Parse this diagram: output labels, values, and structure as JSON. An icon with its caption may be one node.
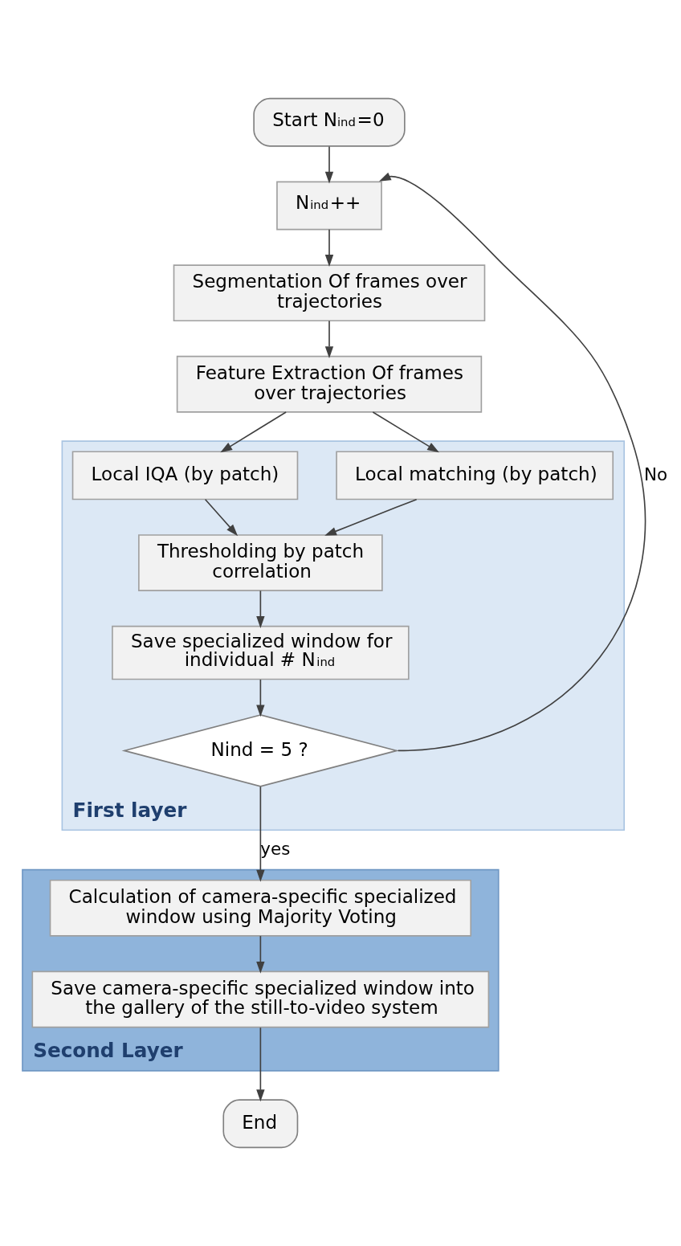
{
  "diagram": {
    "nodes": [
      {
        "text": [
          "Start N$_{ind}$=0"
        ]
      },
      {
        "text": [
          "N$_{ind}$++"
        ]
      },
      {
        "text": [
          "Segmentation Of frames over trajectories"
        ]
      },
      {
        "text": [
          "Feature Extraction Of frames over trajectories"
        ]
      },
      {
        "text": [
          "First layer"
        ]
      },
      {
        "text": [
          "Local IQA (by patch)"
        ],
        "in": 4
      },
      {
        "text": [
          "Local matching (by patch)"
        ],
        "in": 4
      },
      {
        "text": [
          "Thresholding by patch correlation"
        ],
        "in": 4
      },
      {
        "text": [
          "Save specialized window for individual # N$_{ind}$"
        ],
        "in": 4
      },
      {
        "text": [
          "Nind = 5 ?"
        ],
        "in": 4
      },
      {
        "text": [
          "Second Layer"
        ]
      },
      {
        "text": [
          "Calculation of camera-specific specialized window using Majority Voting"
        ],
        "in": 10
      },
      {
        "text": [
          "Save camera-specific specialized window into the gallery of the still-to-video system"
        ],
        "in": 10
      },
      {
        "text": [
          "End"
        ]
      }
    ],
    "edges": [
      {
        "from": 0,
        "to": 1,
        "arrow": "to"
      },
      {
        "from": 1,
        "to": 2,
        "arrow": "to"
      },
      {
        "from": 2,
        "to": 3,
        "arrow": "to"
      },
      {
        "from": 3,
        "to": 5,
        "arrow": "to"
      },
      {
        "from": 3,
        "to": 6,
        "arrow": "to"
      },
      {
        "from": 5,
        "to": 7,
        "arrow": "to"
      },
      {
        "from": 6,
        "to": 7,
        "arrow": "to"
      },
      {
        "from": 7,
        "to": 8,
        "arrow": "to"
      },
      {
        "from": 8,
        "to": 9,
        "arrow": "to"
      },
      {
        "from": 9,
        "to": 1,
        "arrow": "to",
        "label": "No"
      },
      {
        "from": 9,
        "to": 11,
        "arrow": "to",
        "label": "yes"
      },
      {
        "from": 11,
        "to": 12,
        "arrow": "to"
      },
      {
        "from": 12,
        "to": 13,
        "arrow": "to"
      }
    ]
  }
}
